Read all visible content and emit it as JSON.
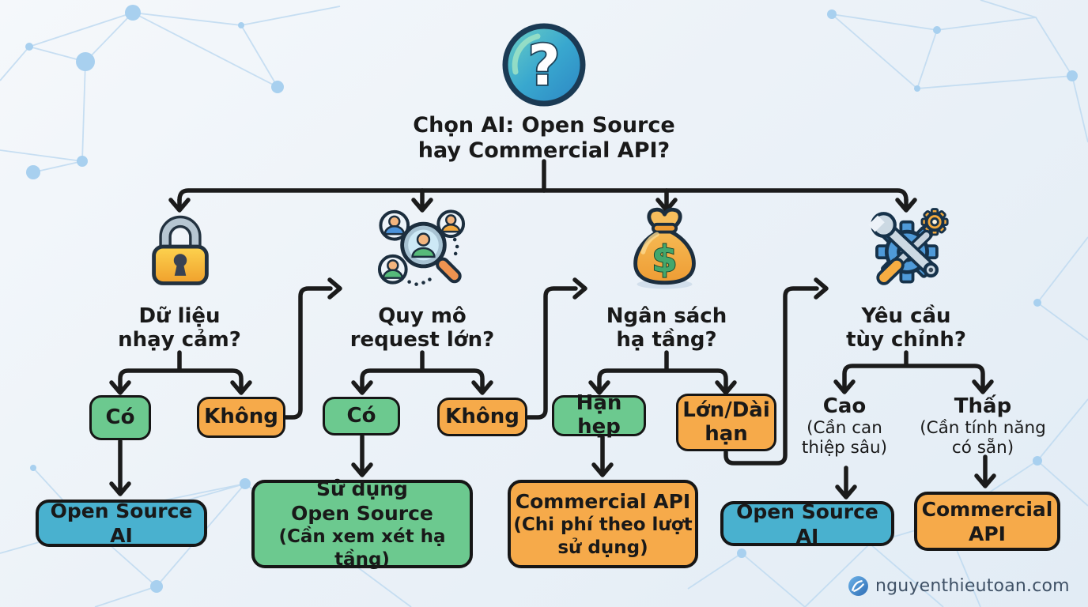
{
  "title": {
    "icon": "question-mark-icon",
    "line1": "Chọn AI: Open Source",
    "line2": "hay Commercial API?"
  },
  "branches": [
    {
      "icon": "lock-icon",
      "q1": "Dữ liệu",
      "q2": "nhạy cảm?",
      "yes": "Có",
      "no": "Không"
    },
    {
      "icon": "magnifier-people-icon",
      "q1": "Quy mô",
      "q2": "request lớn?",
      "yes": "Có",
      "no": "Không"
    },
    {
      "icon": "money-bag-icon",
      "q1": "Ngân sách",
      "q2": "hạ tầng?",
      "yes": "Hạn hẹp",
      "no": "Lớn/Dài hạn"
    },
    {
      "icon": "tools-icon",
      "q1": "Yêu cầu",
      "q2": "tùy chỉnh?",
      "yes": "Cao",
      "yes_note": "(Cần can thiệp sâu)",
      "no": "Thấp",
      "no_note": "(Cần tính năng có sẵn)"
    }
  ],
  "outcomes": {
    "open_source_left": "Open Source AI",
    "use_open_source": {
      "l1": "Sử dụng",
      "l2": "Open Source",
      "l3": "(Cần xem xét hạ tầng)"
    },
    "commercial_api_pay": {
      "l1": "Commercial API",
      "l2": "(Chi phí theo lượt",
      "l3": "sử dụng)"
    },
    "open_source_right": "Open Source AI",
    "commercial_api": {
      "l1": "Commercial",
      "l2": "API"
    }
  },
  "watermark": {
    "site": "nguyenthieutoan.com"
  },
  "colors": {
    "answer_green": "#6cc98f",
    "answer_orange": "#f6aa4a",
    "result_teal": "#49b1cf",
    "line_black": "#1b1b1b",
    "background": "#ecf2f8",
    "network_blue": "#bed9f0"
  }
}
